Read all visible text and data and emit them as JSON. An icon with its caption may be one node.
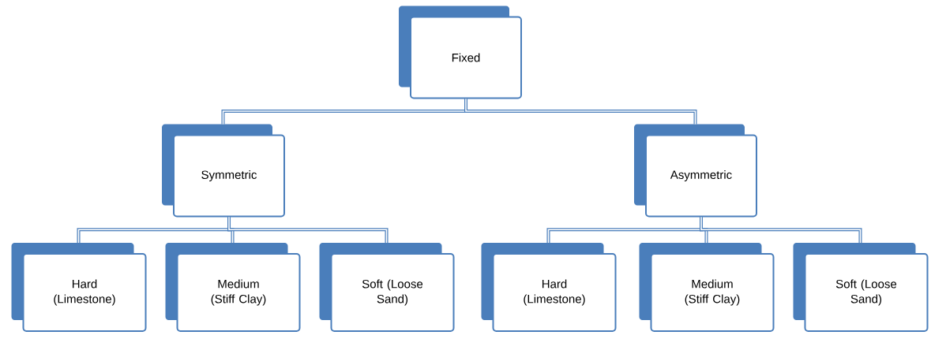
{
  "diagram": {
    "nodes": [
      {
        "text": [
          "Fixed"
        ]
      },
      {
        "text": [
          "Symmetric"
        ]
      },
      {
        "text": [
          "Asymmetric"
        ]
      },
      {
        "text": [
          "Hard (Limestone)"
        ]
      },
      {
        "text": [
          "Medium (Stiff Clay)"
        ]
      },
      {
        "text": [
          "Soft (Loose Sand)"
        ]
      },
      {
        "text": [
          "Hard (Limestone)"
        ]
      },
      {
        "text": [
          "Medium (Stiff Clay)"
        ]
      },
      {
        "text": [
          "Soft (Loose Sand)"
        ]
      }
    ],
    "edges": [
      {
        "from": 0,
        "to": 1,
        "arrow": "none"
      },
      {
        "from": 0,
        "to": 2,
        "arrow": "none"
      },
      {
        "from": 1,
        "to": 3,
        "arrow": "none"
      },
      {
        "from": 1,
        "to": 4,
        "arrow": "none"
      },
      {
        "from": 1,
        "to": 5,
        "arrow": "none"
      },
      {
        "from": 2,
        "to": 6,
        "arrow": "none"
      },
      {
        "from": 2,
        "to": 7,
        "arrow": "none"
      },
      {
        "from": 2,
        "to": 8,
        "arrow": "none"
      }
    ]
  }
}
